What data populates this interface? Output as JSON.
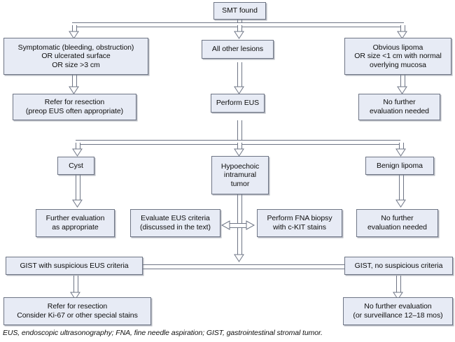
{
  "figure": {
    "title": "SMT found",
    "caption": "EUS, endoscopic ultrasonography; FNA, fine needle aspiration; GIST, gastrointestinal stromal tumor.",
    "colors": {
      "box_fill": "#e7ebf5",
      "box_border": "#6e7585",
      "line": "#6e7585",
      "text": "#0d0d0d",
      "background": "#ffffff"
    }
  },
  "nodes": {
    "root": "SMT found",
    "symptomatic": "Symptomatic (bleeding, obstruction)\nOR ulcerated surface\nOR size >3 cm",
    "all_other_lesions": "All other lesions",
    "obvious_lipoma": "Obvious lipoma\nOR size <1 cm with normal\noverlying mucosa",
    "refer_resection_1": "Refer for resection\n(preop EUS often appropriate)",
    "perform_eus": "Perform EUS",
    "no_further_eval_1": "No further\nevaluation needed",
    "cyst": "Cyst",
    "hypoechoic": "Hypoechoic\nintramural\ntumor",
    "benign_lipoma": "Benign lipoma",
    "further_eval": "Further evaluation\nas appropriate",
    "evaluate_eus_criteria": "Evaluate EUS criteria\n(discussed in the text)",
    "perform_fna": "Perform FNA biopsy\nwith c-KIT stains",
    "no_further_eval_2": "No further\nevaluation needed",
    "gist_suspicious": "GIST with suspicious EUS criteria",
    "gist_no_suspicious": "GIST, no suspicious criteria",
    "refer_resection_2": "Refer for resection\nConsider Ki-67 or other special stains",
    "no_further_eval_3": "No further evaluation\n(or surveillance 12–18 mos)"
  }
}
